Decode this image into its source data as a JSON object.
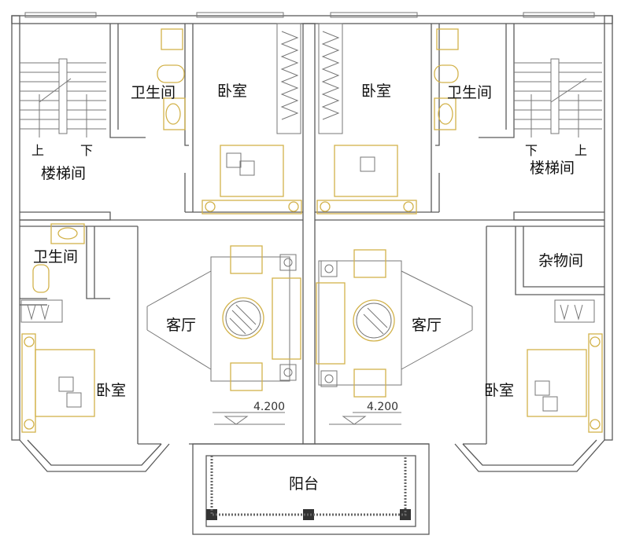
{
  "title": "Duplex floor plan",
  "colors": {
    "wall": "#5a5a5a",
    "furniture": "#d2b24a"
  },
  "rooms": {
    "stair_left": "楼梯间",
    "stair_right": "楼梯间",
    "up_left": "上",
    "down_left": "下",
    "up_right": "上",
    "down_right": "下",
    "bath_top_left": "卫生间",
    "bath_top_right": "卫生间",
    "bath_mid_left": "卫生间",
    "bedroom_top_left": "卧室",
    "bedroom_top_right": "卧室",
    "bedroom_bottom_left": "卧室",
    "bedroom_bottom_right": "卧室",
    "living_left": "客厅",
    "living_right": "客厅",
    "storage_right": "杂物间",
    "balcony": "阳台"
  },
  "elevations": {
    "left": "4.200",
    "right": "4.200"
  }
}
